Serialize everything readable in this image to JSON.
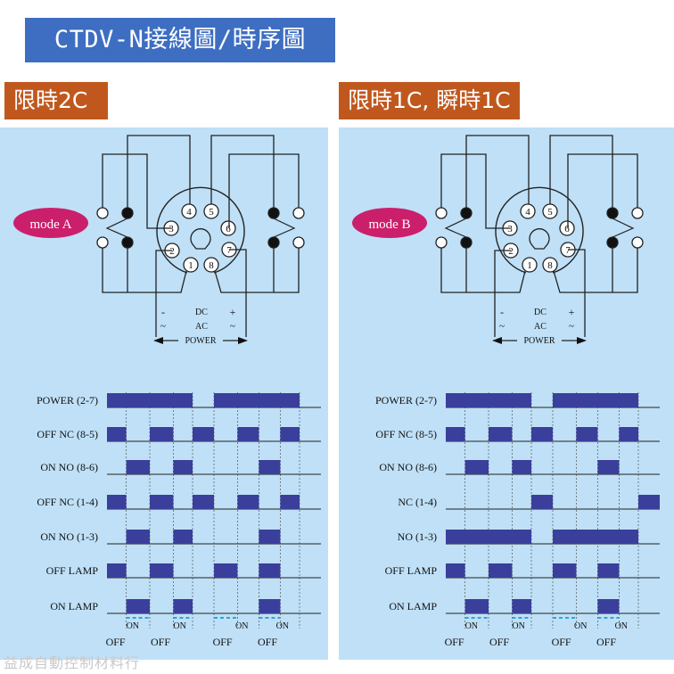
{
  "title": "CTDV-N接線圖/時序圖",
  "watermark": "益成自動控制材料行",
  "panels": [
    {
      "tab": "限時2C",
      "mode_label": "mode A",
      "pins": [
        "1",
        "2",
        "3",
        "4",
        "5",
        "6",
        "7",
        "8"
      ],
      "supply": {
        "minus": "-",
        "dc": "DC",
        "plus": "+",
        "tilde_left": "~",
        "ac": "AC",
        "tilde_right": "~",
        "power": "POWER"
      },
      "signals": [
        {
          "label": "POWER (2-7)",
          "high": [
            [
              0,
              2
            ],
            [
              2.5,
              4.5
            ]
          ]
        },
        {
          "label": "OFF NC (8-5)",
          "high": [
            [
              0,
              0.45
            ],
            [
              1,
              1.55
            ],
            [
              2,
              2.5
            ],
            [
              3.05,
              3.55
            ],
            [
              4.05,
              4.5
            ]
          ]
        },
        {
          "label": "ON NO (8-6)",
          "high": [
            [
              0.45,
              1
            ],
            [
              1.55,
              2
            ],
            [
              3.55,
              4.05
            ]
          ]
        },
        {
          "label": "OFF NC (1-4)",
          "high": [
            [
              0,
              0.45
            ],
            [
              1,
              1.55
            ],
            [
              2,
              2.5
            ],
            [
              3.05,
              3.55
            ],
            [
              4.05,
              4.5
            ]
          ]
        },
        {
          "label": "ON NO (1-3)",
          "high": [
            [
              0.45,
              1
            ],
            [
              1.55,
              2
            ],
            [
              3.55,
              4.05
            ]
          ]
        },
        {
          "label": "OFF LAMP",
          "high": [
            [
              0,
              0.45
            ],
            [
              1,
              1.55
            ],
            [
              2.5,
              3.05
            ],
            [
              3.55,
              4.05
            ]
          ]
        },
        {
          "label": "ON LAMP",
          "high": [
            [
              0.45,
              1
            ],
            [
              1.55,
              2
            ],
            [
              3.55,
              4.05
            ]
          ]
        }
      ],
      "off_labels": [
        "OFF",
        "OFF",
        "OFF",
        "OFF"
      ],
      "on_labels": [
        "ON",
        "ON",
        "ON",
        "ON"
      ]
    },
    {
      "tab": "限時1C, 瞬時1C",
      "mode_label": "mode B",
      "pins": [
        "1",
        "2",
        "3",
        "4",
        "5",
        "6",
        "7",
        "8"
      ],
      "supply": {
        "minus": "-",
        "dc": "DC",
        "plus": "+",
        "tilde_left": "~",
        "ac": "AC",
        "tilde_right": "~",
        "power": "POWER"
      },
      "signals": [
        {
          "label": "POWER (2-7)",
          "high": [
            [
              0,
              2
            ],
            [
              2.5,
              4.5
            ]
          ]
        },
        {
          "label": "OFF NC (8-5)",
          "high": [
            [
              0,
              0.45
            ],
            [
              1,
              1.55
            ],
            [
              2,
              2.5
            ],
            [
              3.05,
              3.55
            ],
            [
              4.05,
              4.5
            ]
          ]
        },
        {
          "label": "ON NO (8-6)",
          "high": [
            [
              0.45,
              1
            ],
            [
              1.55,
              2
            ],
            [
              3.55,
              4.05
            ]
          ]
        },
        {
          "label": "NC (1-4)",
          "high": [
            [
              2,
              2.5
            ],
            [
              4.5,
              5
            ]
          ]
        },
        {
          "label": "NO (1-3)",
          "high": [
            [
              0,
              2
            ],
            [
              2.5,
              4.5
            ]
          ]
        },
        {
          "label": "OFF LAMP",
          "high": [
            [
              0,
              0.45
            ],
            [
              1,
              1.55
            ],
            [
              2.5,
              3.05
            ],
            [
              3.55,
              4.05
            ]
          ]
        },
        {
          "label": "ON LAMP",
          "high": [
            [
              0.45,
              1
            ],
            [
              1.55,
              2
            ],
            [
              3.55,
              4.05
            ]
          ]
        }
      ],
      "off_labels": [
        "OFF",
        "OFF",
        "OFF",
        "OFF"
      ],
      "on_labels": [
        "ON",
        "ON",
        "ON",
        "ON"
      ]
    }
  ],
  "colors": {
    "title_bg": "#3e6ec2",
    "tab_bg": "#c0581e",
    "panel_bg": "#bfe0f7",
    "pulse": "#3a3f9c",
    "mode_pill": "#cc1f6b",
    "line": "#222222",
    "dashed": "#2aa6e0"
  }
}
